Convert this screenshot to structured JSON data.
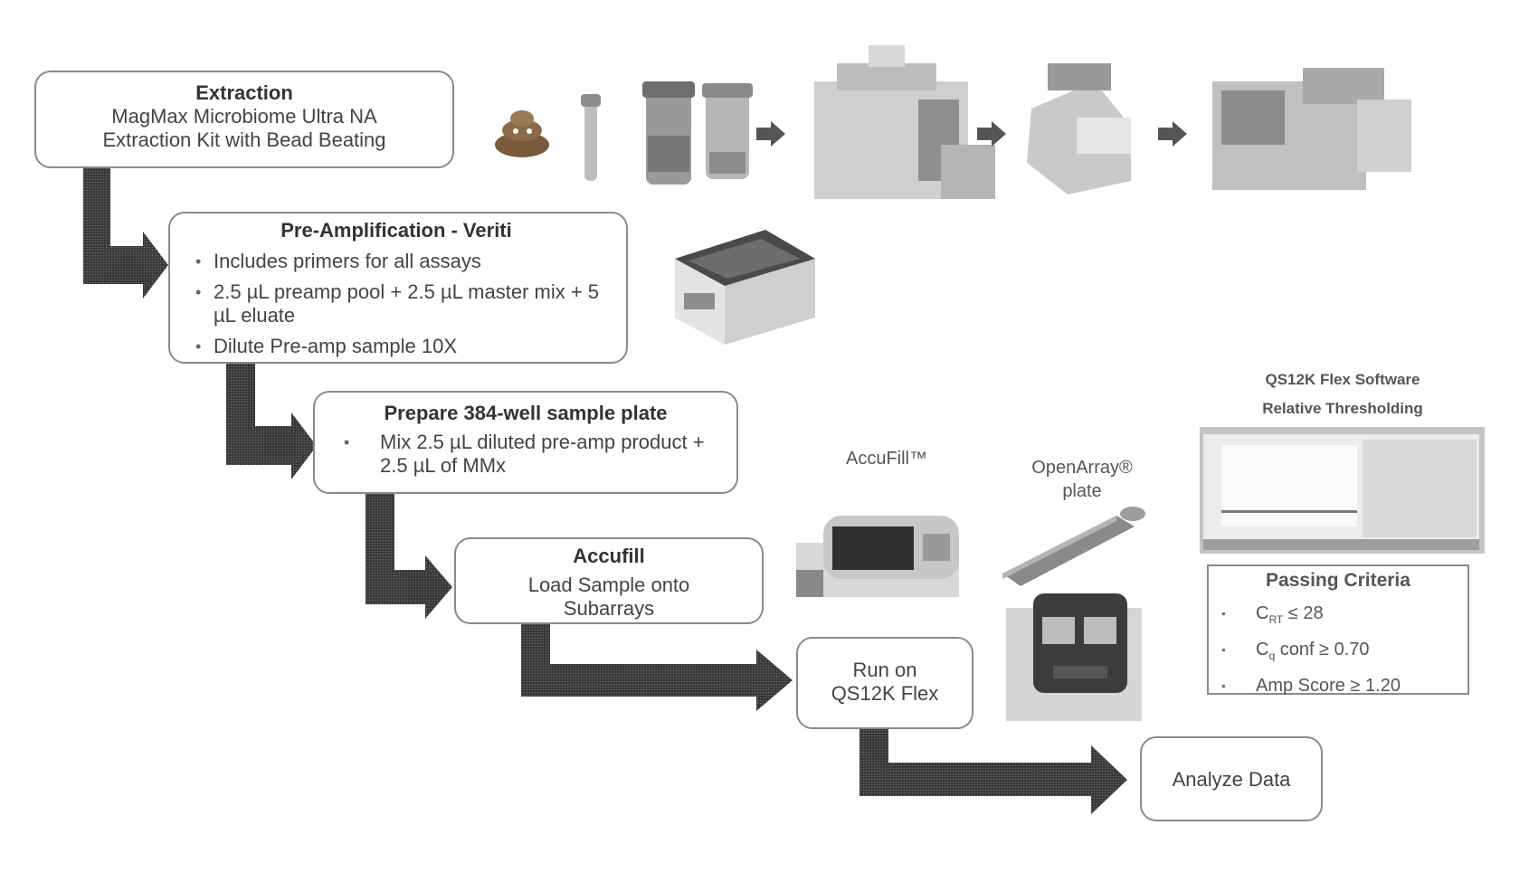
{
  "steps": {
    "extraction": {
      "title": "Extraction",
      "line1": "MagMax Microbiome Ultra NA",
      "line2": "Extraction Kit with Bead Beating"
    },
    "preamp": {
      "title": "Pre-Amplification - Veriti",
      "bullets": [
        "Includes primers for all assays",
        "2.5 µL preamp pool + 2.5 µL master mix + 5 µL eluate",
        "Dilute Pre-amp sample 10X"
      ]
    },
    "prepare": {
      "title": "Prepare 384-well sample plate",
      "bullets": [
        "Mix 2.5 µL diluted pre-amp product + 2.5 µL of MMx"
      ]
    },
    "accufill": {
      "title": "Accufill",
      "line1": "Load Sample onto",
      "line2": "Subarrays"
    },
    "run": {
      "line1": "Run on",
      "line2": "QS12K Flex"
    },
    "analyze": {
      "label": "Analyze Data"
    }
  },
  "labels": {
    "accufill_device": "AccuFill™",
    "openarray_l1": "OpenArray®",
    "openarray_l2": "plate",
    "software_l1": "QS12K Flex Software",
    "software_l2": "Relative Thresholding"
  },
  "criteria": {
    "title": "Passing Criteria",
    "items": [
      {
        "prefix": "C",
        "sub": "RT",
        "suffix": " ≤ 28"
      },
      {
        "prefix": "C",
        "sub": "q",
        "suffix": " conf ≥ 0.70"
      },
      {
        "prefix": "",
        "sub": "",
        "suffix": "Amp Score ≥ 1.20"
      }
    ]
  },
  "colors": {
    "arrow": "#2f2f2f",
    "box_border": "#8a8a8a",
    "stool_icon": "#7a5a3a"
  }
}
